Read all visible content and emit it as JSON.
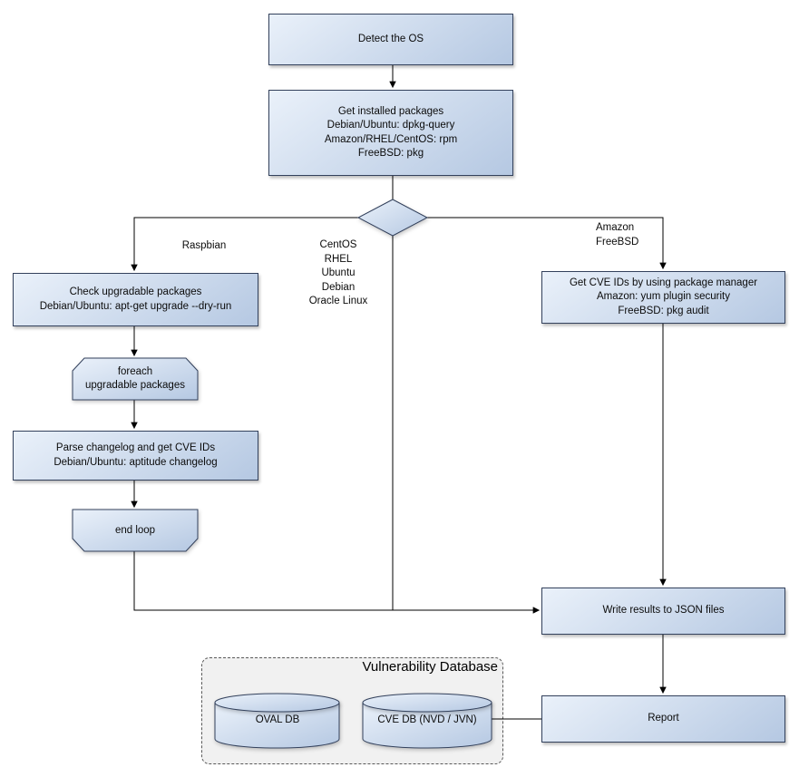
{
  "colors": {
    "node_fill_light": "#eaf1fa",
    "node_fill_dark": "#b5c8e2",
    "node_border": "#33415c",
    "connector": "#000000",
    "db_panel_fill": "#f1f1f1",
    "db_panel_border": "#595959"
  },
  "nodes": {
    "detect_os": "Detect the OS",
    "get_installed": [
      "Get installed packages",
      "Debian/Ubuntu: dpkg-query",
      "Amazon/RHEL/CentOS: rpm",
      "FreeBSD: pkg"
    ],
    "check_upgradable": [
      "Check upgradable packages",
      "Debian/Ubuntu: apt-get upgrade --dry-run"
    ],
    "foreach_loop": [
      "foreach",
      "upgradable packages"
    ],
    "parse_changelog": [
      "Parse changelog and get CVE IDs",
      "Debian/Ubuntu: aptitude changelog"
    ],
    "end_loop": "end loop",
    "get_cve_ids": [
      "Get CVE IDs by using package manager",
      "Amazon: yum plugin security",
      "FreeBSD: pkg audit"
    ],
    "write_results": "Write results to JSON files",
    "report": "Report"
  },
  "branch_labels": {
    "left": "Raspbian",
    "center": [
      "CentOS",
      "RHEL",
      "Ubuntu",
      "Debian",
      "Oracle Linux"
    ],
    "right": [
      "Amazon",
      "FreeBSD"
    ]
  },
  "database": {
    "title": "Vulnerability Database",
    "oval_db": "OVAL DB",
    "cve_db": "CVE DB (NVD / JVN)"
  }
}
